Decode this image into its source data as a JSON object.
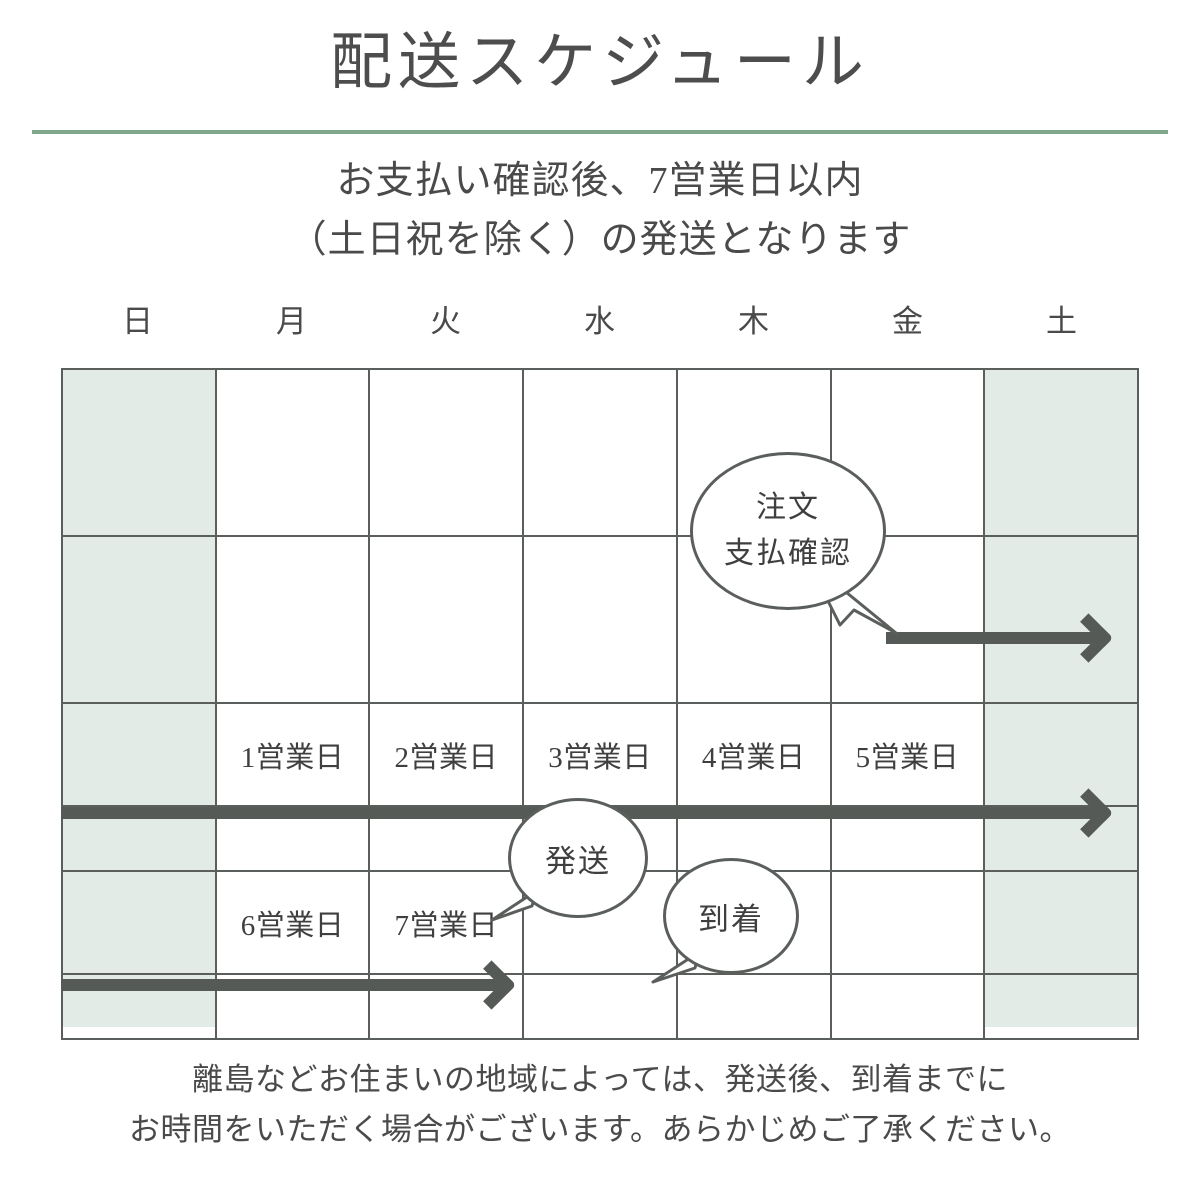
{
  "title": "配送スケジュール",
  "accent_color": "#80a68c",
  "weekend_color": "#e2ebe5",
  "grid_line_color": "#5a5f5c",
  "arrow_color": "#555a57",
  "subtitle": {
    "line1": "お支払い確認後、7営業日以内",
    "line2": "（土日祝を除く）の発送となります"
  },
  "weekdays": [
    {
      "label": "日",
      "weekend": true
    },
    {
      "label": "月",
      "weekend": false
    },
    {
      "label": "火",
      "weekend": false
    },
    {
      "label": "水",
      "weekend": false
    },
    {
      "label": "木",
      "weekend": false
    },
    {
      "label": "金",
      "weekend": false
    },
    {
      "label": "土",
      "weekend": true
    }
  ],
  "calendar": {
    "rows": [
      {
        "type": "tall",
        "cells": [
          "",
          "",
          "",
          "",
          "",
          "",
          ""
        ]
      },
      {
        "type": "tall",
        "cells": [
          "",
          "",
          "",
          "",
          "",
          "",
          ""
        ]
      },
      {
        "type": "mid",
        "cells": [
          "",
          "1営業日",
          "2営業日",
          "3営業日",
          "4営業日",
          "5営業日",
          ""
        ]
      },
      {
        "type": "thin",
        "cells": [
          "",
          "",
          "",
          "",
          "",
          "",
          ""
        ]
      },
      {
        "type": "mid",
        "cells": [
          "",
          "6営業日",
          "7営業日",
          "",
          "",
          "",
          ""
        ]
      },
      {
        "type": "thin",
        "cells": [
          "",
          "",
          "",
          "",
          "",
          "",
          ""
        ]
      }
    ]
  },
  "bubbles": [
    {
      "id": "order",
      "line1": "注文",
      "line2": "支払確認"
    },
    {
      "id": "ship",
      "line1": "発送",
      "line2": ""
    },
    {
      "id": "arrive",
      "line1": "到着",
      "line2": ""
    }
  ],
  "arrows": [
    {
      "id": "arrow-week1"
    },
    {
      "id": "arrow-week2"
    },
    {
      "id": "arrow-week3"
    }
  ],
  "footer": {
    "line1": "離島などお住まいの地域によっては、発送後、到着までに",
    "line2": "お時間をいただく場合がございます。あらかじめご了承ください。"
  }
}
